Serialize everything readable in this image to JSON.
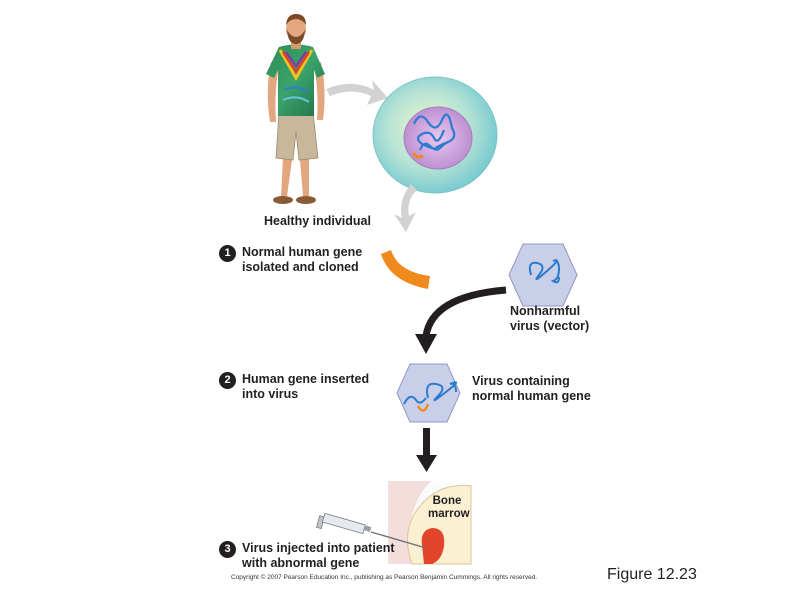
{
  "labels": {
    "healthy_individual": "Healthy individual",
    "nonharmful_virus": [
      "Nonharmful",
      "virus (vector)"
    ],
    "virus_containing": [
      "Virus containing",
      "normal human gene"
    ],
    "bone_marrow": [
      "Bone",
      "marrow"
    ]
  },
  "steps": [
    {
      "number": "1",
      "lines": [
        "Normal human gene",
        "isolated and cloned"
      ]
    },
    {
      "number": "2",
      "lines": [
        "Human gene inserted",
        "into virus"
      ]
    },
    {
      "number": "3",
      "lines": [
        "Virus injected into patient",
        "with abnormal gene"
      ]
    }
  ],
  "copyright": "Copyright © 2007 Pearson Education Inc., publishing as Pearson Benjamin Cummings. All rights reserved.",
  "figure_label": "Figure 12.23",
  "colors": {
    "gene_orange": "#f08a1c",
    "dna_blue": "#2b7bd0",
    "virus_fill": "#c9cfe8",
    "cell_teal": "#8fd3d6",
    "nucleus_purple": "#c9a2d8",
    "arrow_gray": "#cfcfcf",
    "arrow_black": "#231f20",
    "bone_marrow_red": "#e2452b",
    "bone_cream": "#fbf1d2"
  }
}
